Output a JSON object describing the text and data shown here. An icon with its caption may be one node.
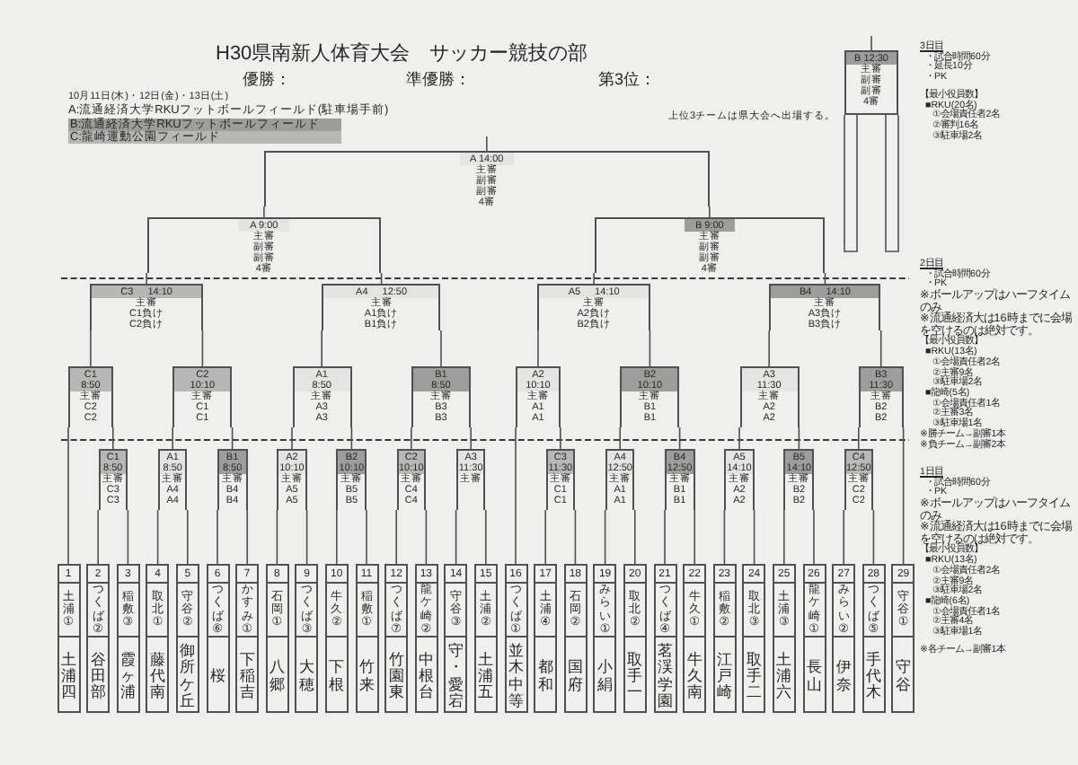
{
  "diagram": {
    "title": "H30県南新人体育大会　サッカー競技の部",
    "nodes": [
      {
        "text": [
          "A 14:00",
          "主審",
          "副審",
          "副審",
          "4審"
        ]
      },
      {
        "text": [
          "B 12:30",
          "主審",
          "副審",
          "副審",
          "4審"
        ]
      },
      {
        "text": [
          "A 9:00",
          "主審",
          "副審",
          "副審",
          "4審"
        ]
      },
      {
        "text": [
          "B 9:00",
          "主審",
          "副審",
          "副審",
          "4審"
        ]
      },
      {
        "text": [
          "C3",
          "14:10",
          "主審",
          "C1負け",
          "C2負け"
        ]
      },
      {
        "text": [
          "A4",
          "12:50",
          "主審",
          "A1負け",
          "B1負け"
        ]
      },
      {
        "text": [
          "A5",
          "14:10",
          "主審",
          "A2負け",
          "B2負け"
        ]
      },
      {
        "text": [
          "B4",
          "14:10",
          "主審",
          "A3負け",
          "B3負け"
        ]
      },
      {
        "text": [
          "C1",
          "8:50",
          "主審",
          "C2",
          "C2"
        ]
      },
      {
        "text": [
          "C2",
          "10:10",
          "主審",
          "C1",
          "C1"
        ]
      },
      {
        "text": [
          "A1",
          "8:50",
          "主審",
          "A3",
          "A3"
        ]
      },
      {
        "text": [
          "B1",
          "8:50",
          "主審",
          "B3",
          "B3"
        ]
      },
      {
        "text": [
          "A2",
          "10:10",
          "主審",
          "A1",
          "A1"
        ]
      },
      {
        "text": [
          "B2",
          "10:10",
          "主審",
          "B1",
          "B1"
        ]
      },
      {
        "text": [
          "A3",
          "11:30",
          "主審",
          "A2",
          "A2"
        ]
      },
      {
        "text": [
          "B3",
          "11:30",
          "主審",
          "B2",
          "B2"
        ]
      },
      {
        "text": [
          "C1",
          "8:50",
          "主審",
          "C3",
          "C3"
        ]
      },
      {
        "text": [
          "A1",
          "8:50",
          "主審",
          "A4",
          "A4"
        ]
      },
      {
        "text": [
          "B1",
          "8:50",
          "主審",
          "B4",
          "B4"
        ]
      },
      {
        "text": [
          "A2",
          "10:10",
          "主審",
          "A5",
          "A5"
        ]
      },
      {
        "text": [
          "B2",
          "10:10",
          "主審",
          "B5",
          "B5"
        ]
      },
      {
        "text": [
          "C2",
          "10:10",
          "主審",
          "C4",
          "C4"
        ]
      },
      {
        "text": [
          "A3",
          "11:30",
          "主審"
        ]
      },
      {
        "text": [
          "C3",
          "11:30",
          "主審",
          "C1",
          "C1"
        ]
      },
      {
        "text": [
          "A4",
          "12:50",
          "主審",
          "A1",
          "A1"
        ]
      },
      {
        "text": [
          "B4",
          "12:50",
          "主審",
          "B1",
          "B1"
        ]
      },
      {
        "text": [
          "A5",
          "14:10",
          "主審",
          "A2",
          "A2"
        ]
      },
      {
        "text": [
          "B5",
          "14:10",
          "主審",
          "B2",
          "B2"
        ]
      },
      {
        "text": [
          "C4",
          "12:50",
          "主審",
          "C2",
          "C2"
        ]
      },
      {
        "text": [
          "1",
          "土浦①",
          "土浦四"
        ]
      },
      {
        "text": [
          "2",
          "つくば②",
          "谷田部"
        ]
      },
      {
        "text": [
          "3",
          "稲敷③",
          "霞ヶ浦"
        ]
      },
      {
        "text": [
          "4",
          "取北①",
          "藤代南"
        ]
      },
      {
        "text": [
          "5",
          "守谷②",
          "御所ケ丘"
        ]
      },
      {
        "text": [
          "6",
          "つくば⑥",
          "桜"
        ]
      },
      {
        "text": [
          "7",
          "かすみ①",
          "下稲吉"
        ]
      },
      {
        "text": [
          "8",
          "石岡①",
          "八郷"
        ]
      },
      {
        "text": [
          "9",
          "つくば③",
          "大穂"
        ]
      },
      {
        "text": [
          "10",
          "牛久②",
          "下根"
        ]
      },
      {
        "text": [
          "11",
          "稲敷①",
          "竹来"
        ]
      },
      {
        "text": [
          "12",
          "つくば⑦",
          "竹園東"
        ]
      },
      {
        "text": [
          "13",
          "龍ケ崎②",
          "中根台"
        ]
      },
      {
        "text": [
          "14",
          "守谷③",
          "守・愛宕"
        ]
      },
      {
        "text": [
          "15",
          "土浦②",
          "土浦五"
        ]
      },
      {
        "text": [
          "16",
          "つくば①",
          "並木中等"
        ]
      },
      {
        "text": [
          "17",
          "土浦④",
          "都和"
        ]
      },
      {
        "text": [
          "18",
          "石岡②",
          "国府"
        ]
      },
      {
        "text": [
          "19",
          "みらい①",
          "小絹"
        ]
      },
      {
        "text": [
          "20",
          "取北②",
          "取手一"
        ]
      },
      {
        "text": [
          "21",
          "つくば④",
          "茗渓学園"
        ]
      },
      {
        "text": [
          "22",
          "牛久①",
          "牛久南"
        ]
      },
      {
        "text": [
          "23",
          "稲敷②",
          "江戸崎"
        ]
      },
      {
        "text": [
          "24",
          "取北③",
          "取手二"
        ]
      },
      {
        "text": [
          "25",
          "土浦③",
          "土浦六"
        ]
      },
      {
        "text": [
          "26",
          "龍ケ崎①",
          "長山"
        ]
      },
      {
        "text": [
          "27",
          "みらい②",
          "伊奈"
        ]
      },
      {
        "text": [
          "28",
          "つくば⑤",
          "手代木"
        ]
      },
      {
        "text": [
          "29",
          "守谷①",
          "守谷"
        ]
      }
    ],
    "edges": [
      {
        "from": 2,
        "to": 0,
        "arrow": "none"
      },
      {
        "from": 3,
        "to": 0,
        "arrow": "none"
      },
      {
        "from": 4,
        "to": 2,
        "arrow": "none"
      },
      {
        "from": 5,
        "to": 2,
        "arrow": "none"
      },
      {
        "from": 6,
        "to": 3,
        "arrow": "none"
      },
      {
        "from": 7,
        "to": 3,
        "arrow": "none"
      },
      {
        "from": 8,
        "to": 4,
        "arrow": "none"
      },
      {
        "from": 9,
        "to": 4,
        "arrow": "none"
      },
      {
        "from": 10,
        "to": 5,
        "arrow": "none"
      },
      {
        "from": 11,
        "to": 5,
        "arrow": "none"
      },
      {
        "from": 12,
        "to": 6,
        "arrow": "none"
      },
      {
        "from": 13,
        "to": 6,
        "arrow": "none"
      },
      {
        "from": 14,
        "to": 7,
        "arrow": "none"
      },
      {
        "from": 15,
        "to": 7,
        "arrow": "none"
      },
      {
        "from": 29,
        "to": 8,
        "arrow": "none"
      },
      {
        "from": 16,
        "to": 8,
        "arrow": "none"
      },
      {
        "from": 17,
        "to": 9,
        "arrow": "none"
      },
      {
        "from": 18,
        "to": 9,
        "arrow": "none"
      },
      {
        "from": 19,
        "to": 10,
        "arrow": "none"
      },
      {
        "from": 20,
        "to": 10,
        "arrow": "none"
      },
      {
        "from": 21,
        "to": 11,
        "arrow": "none"
      },
      {
        "from": 22,
        "to": 11,
        "arrow": "none"
      },
      {
        "from": 44,
        "to": 12,
        "arrow": "none"
      },
      {
        "from": 23,
        "to": 12,
        "arrow": "none"
      },
      {
        "from": 24,
        "to": 13,
        "arrow": "none"
      },
      {
        "from": 25,
        "to": 13,
        "arrow": "none"
      },
      {
        "from": 26,
        "to": 14,
        "arrow": "none"
      },
      {
        "from": 27,
        "to": 14,
        "arrow": "none"
      },
      {
        "from": 28,
        "to": 15,
        "arrow": "none"
      },
      {
        "from": 57,
        "to": 15,
        "arrow": "none"
      },
      {
        "from": 30,
        "to": 16,
        "arrow": "none"
      },
      {
        "from": 31,
        "to": 16,
        "arrow": "none"
      },
      {
        "from": 32,
        "to": 17,
        "arrow": "none"
      },
      {
        "from": 33,
        "to": 17,
        "arrow": "none"
      },
      {
        "from": 34,
        "to": 18,
        "arrow": "none"
      },
      {
        "from": 35,
        "to": 18,
        "arrow": "none"
      },
      {
        "from": 36,
        "to": 19,
        "arrow": "none"
      },
      {
        "from": 37,
        "to": 19,
        "arrow": "none"
      },
      {
        "from": 38,
        "to": 20,
        "arrow": "none"
      },
      {
        "from": 39,
        "to": 20,
        "arrow": "none"
      },
      {
        "from": 40,
        "to": 21,
        "arrow": "none"
      },
      {
        "from": 41,
        "to": 21,
        "arrow": "none"
      },
      {
        "from": 42,
        "to": 22,
        "arrow": "none"
      },
      {
        "from": 43,
        "to": 22,
        "arrow": "none"
      },
      {
        "from": 45,
        "to": 23,
        "arrow": "none"
      },
      {
        "from": 46,
        "to": 23,
        "arrow": "none"
      },
      {
        "from": 47,
        "to": 24,
        "arrow": "none"
      },
      {
        "from": 48,
        "to": 24,
        "arrow": "none"
      },
      {
        "from": 49,
        "to": 25,
        "arrow": "none"
      },
      {
        "from": 50,
        "to": 25,
        "arrow": "none"
      },
      {
        "from": 51,
        "to": 26,
        "arrow": "none"
      },
      {
        "from": 52,
        "to": 26,
        "arrow": "none"
      },
      {
        "from": 53,
        "to": 27,
        "arrow": "none"
      },
      {
        "from": 54,
        "to": 27,
        "arrow": "none"
      },
      {
        "from": 55,
        "to": 28,
        "arrow": "none"
      },
      {
        "from": 56,
        "to": 28,
        "arrow": "none"
      },
      {
        "from": 0,
        "to": null,
        "arrow": "none"
      },
      {
        "from": 1,
        "to": null,
        "arrow": "none"
      },
      {
        "from": null,
        "to": 1,
        "arrow": "none"
      },
      {
        "from": null,
        "to": 1,
        "arrow": "none"
      }
    ],
    "labels": [
      "優勝：",
      "準優勝：",
      "第3位：",
      "10月11日(木)・12日(金)・13日(土)",
      "A:流通経済大学RKUフットボールフィールド(駐車場手前)",
      "B:流通経済大学RKUフットボールフィールド",
      "C:龍崎運動公園フィールド",
      "上位3チームは県大会へ出場する。",
      "3日目",
      "・試合時間60分",
      "・延長10分",
      "・PK",
      "【最小役員数】",
      "■RKU(20名)",
      "①会場責任者2名",
      "②審判16名",
      "③駐車場2名",
      "2日目",
      "・試合時間60分",
      "・PK",
      "※ボールアップはハーフタイムのみ",
      "※流通経済大は16時までに会場を空けるのは絶対です。",
      "【最小役員数】",
      "■RKU(13名)",
      "①会場責任者2名",
      "②主審9名",
      "③駐車場2名",
      "■龍崎(5名)",
      "①会場責任者1名",
      "②主審3名",
      "③駐車場1名",
      "※勝チーム→副審1本",
      "※負チーム→副審2本",
      "1日目",
      "・試合時間60分",
      "・PK",
      "※ボールアップはハーフタイムのみ",
      "※流通経済大は16時までに会場を空けるのは絶対です。",
      "【最小役員数】",
      "■RKU(13名)",
      "①会場責任者2名",
      "②主審9名",
      "③駐車場2名",
      "■龍崎(6名)",
      "①会場責任者1名",
      "②主審4名",
      "③駐車場1名",
      "※各チーム→副審1本"
    ]
  }
}
